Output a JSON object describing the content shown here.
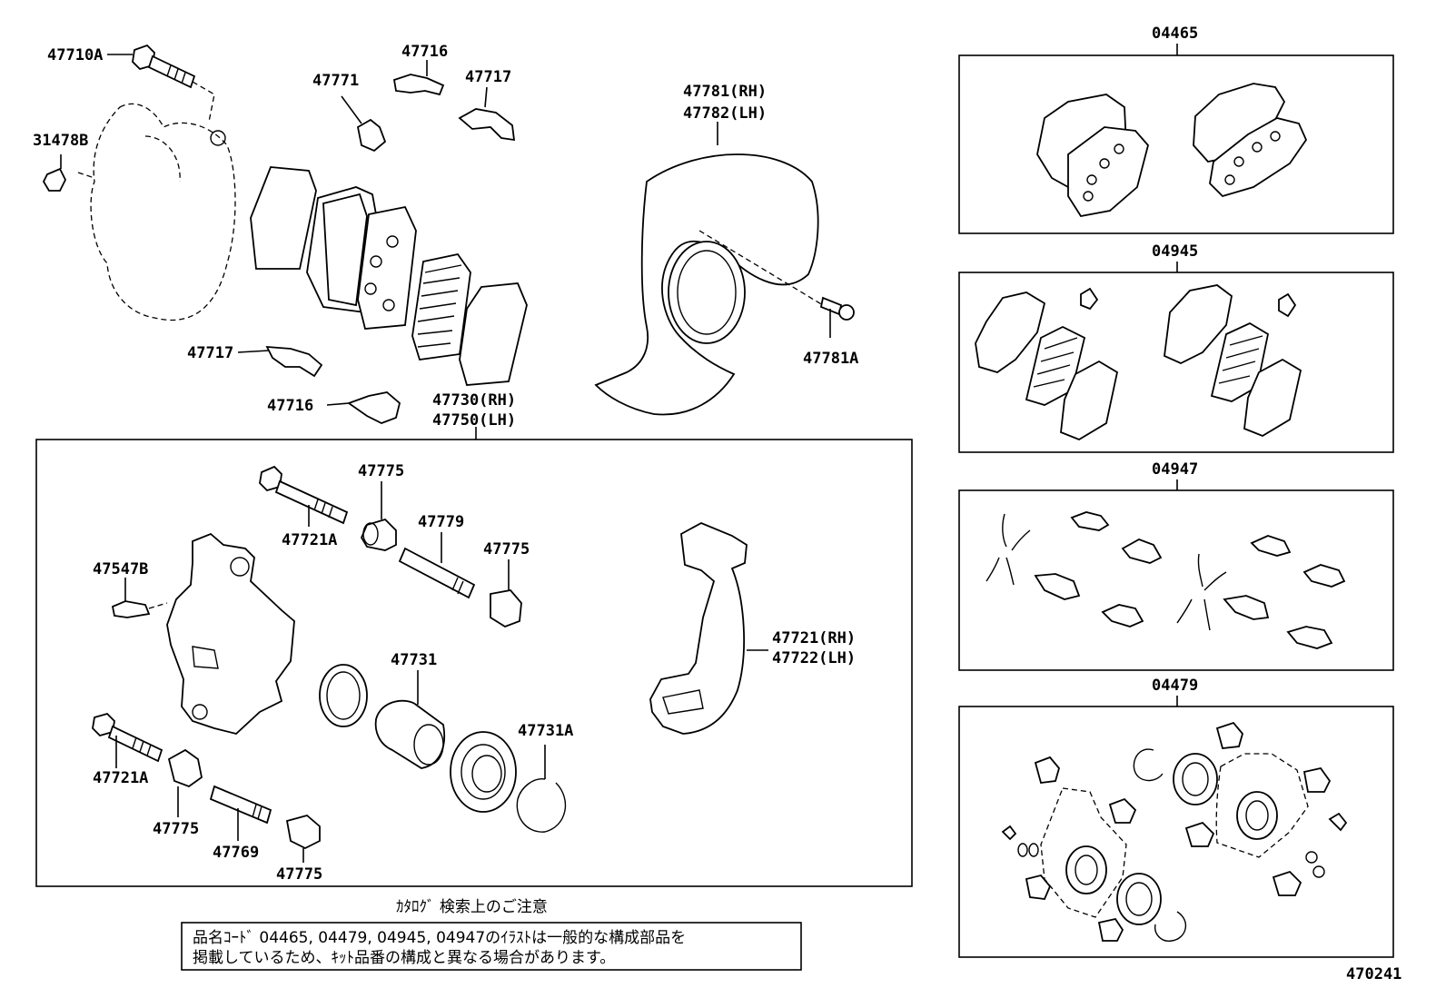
{
  "labels": {
    "p47710A": "47710A",
    "p31478B": "31478B",
    "p47716_top": "47716",
    "p47771": "47771",
    "p47717_top": "47717",
    "p47781_rh": "47781(RH)",
    "p47782_lh": "47782(LH)",
    "p47781A": "47781A",
    "p47717_bottom": "47717",
    "p47716_bottom": "47716",
    "p47730_rh": "47730(RH)",
    "p47750_lh": "47750(LH)",
    "p47775_a": "47775",
    "p47721A_top": "47721A",
    "p47779": "47779",
    "p47775_b": "47775",
    "p47547B": "47547B",
    "p47731": "47731",
    "p47721_rh": "47721(RH)",
    "p47722_lh": "47722(LH)",
    "p47731A": "47731A",
    "p47721A_bottom": "47721A",
    "p47775_c": "47775",
    "p47769": "47769",
    "p47775_d": "47775"
  },
  "kits": {
    "k04465": "04465",
    "k04945": "04945",
    "k04947": "04947",
    "k04479": "04479"
  },
  "notice": {
    "heading": "ｶﾀﾛｸﾞ 検索上のご注意",
    "line1": "品名ｺｰﾄﾞ 04465, 04479, 04945, 04947のｲﾗｽﾄは一般的な構成部品を",
    "line2": "掲載しているため、ｷｯﾄ品番の構成と異なる場合があります。"
  },
  "figure_number": "470241"
}
